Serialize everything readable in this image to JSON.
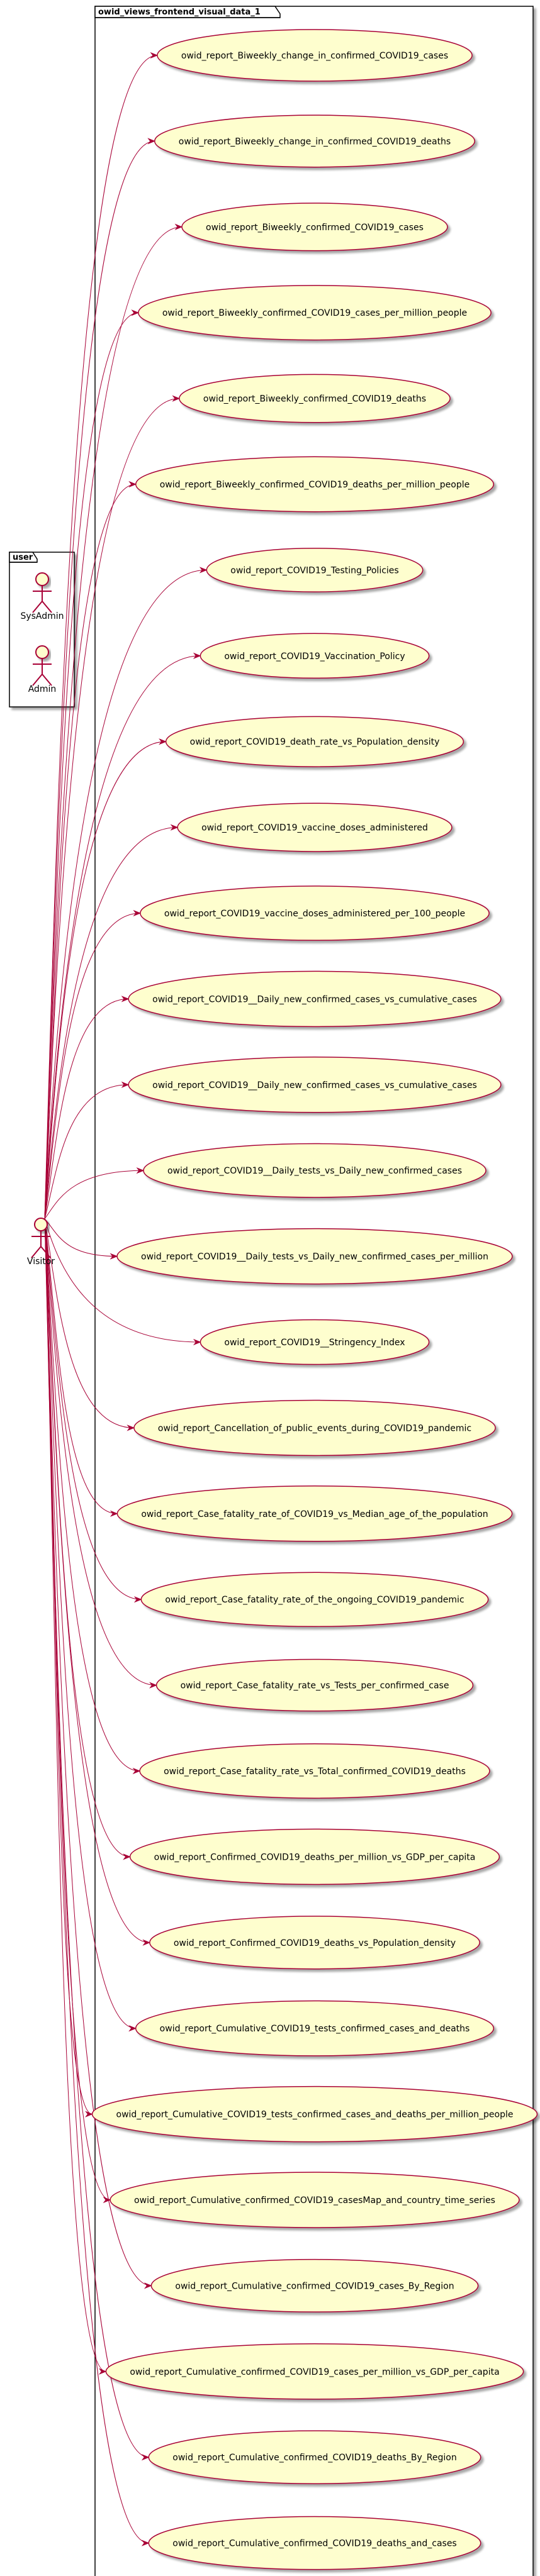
{
  "package_main": {
    "title": "owid_views_frontend_visual_data_1"
  },
  "package_user": {
    "title": "user",
    "actors": [
      {
        "name": "SysAdmin"
      },
      {
        "name": "Admin"
      }
    ]
  },
  "visitor": {
    "name": "Visitor"
  },
  "colors": {
    "usecase_fill": "#fefece",
    "usecase_stroke": "#a80036",
    "edge": "#a80036",
    "actor_fill": "#fefece",
    "actor_stroke": "#a80036",
    "package_stroke": "#000000"
  },
  "use_cases": [
    {
      "label": "owid_report_Biweekly_change_in_confirmed_COVID19_cases"
    },
    {
      "label": "owid_report_Biweekly_change_in_confirmed_COVID19_deaths"
    },
    {
      "label": "owid_report_Biweekly_confirmed_COVID19_cases"
    },
    {
      "label": "owid_report_Biweekly_confirmed_COVID19_cases_per_million_people"
    },
    {
      "label": "owid_report_Biweekly_confirmed_COVID19_deaths"
    },
    {
      "label": "owid_report_Biweekly_confirmed_COVID19_deaths_per_million_people"
    },
    {
      "label": "owid_report_COVID19_Testing_Policies"
    },
    {
      "label": "owid_report_COVID19_Vaccination_Policy"
    },
    {
      "label": "owid_report_COVID19_death_rate_vs_Population_density"
    },
    {
      "label": "owid_report_COVID19_vaccine_doses_administered"
    },
    {
      "label": "owid_report_COVID19_vaccine_doses_administered_per_100_people"
    },
    {
      "label": "owid_report_COVID19__Daily_new_confirmed_cases_vs_cumulative_cases"
    },
    {
      "label": "owid_report_COVID19__Daily_new_confirmed_cases_vs_cumulative_cases"
    },
    {
      "label": "owid_report_COVID19__Daily_tests_vs_Daily_new_confirmed_cases"
    },
    {
      "label": "owid_report_COVID19__Daily_tests_vs_Daily_new_confirmed_cases_per_million"
    },
    {
      "label": "owid_report_COVID19__Stringency_Index"
    },
    {
      "label": "owid_report_Cancellation_of_public_events_during_COVID19_pandemic"
    },
    {
      "label": "owid_report_Case_fatality_rate_of_COVID19_vs_Median_age_of_the_population"
    },
    {
      "label": "owid_report_Case_fatality_rate_of_the_ongoing_COVID19_pandemic"
    },
    {
      "label": "owid_report_Case_fatality_rate_vs_Tests_per_confirmed_case"
    },
    {
      "label": "owid_report_Case_fatality_rate_vs_Total_confirmed_COVID19_deaths"
    },
    {
      "label": "owid_report_Confirmed_COVID19_deaths_per_million_vs_GDP_per_capita"
    },
    {
      "label": "owid_report_Confirmed_COVID19_deaths_vs_Population_density"
    },
    {
      "label": "owid_report_Cumulative_COVID19_tests_confirmed_cases_and_deaths"
    },
    {
      "label": "owid_report_Cumulative_COVID19_tests_confirmed_cases_and_deaths_per_million_people"
    },
    {
      "label": "owid_report_Cumulative_confirmed_COVID19_casesMap_and_country_time_series"
    },
    {
      "label": "owid_report_Cumulative_confirmed_COVID19_cases_By_Region"
    },
    {
      "label": "owid_report_Cumulative_confirmed_COVID19_cases_per_million_vs_GDP_per_capita"
    },
    {
      "label": "owid_report_Cumulative_confirmed_COVID19_deaths_By_Region"
    },
    {
      "label": "owid_report_Cumulative_confirmed_COVID19_deaths_and_cases"
    }
  ]
}
